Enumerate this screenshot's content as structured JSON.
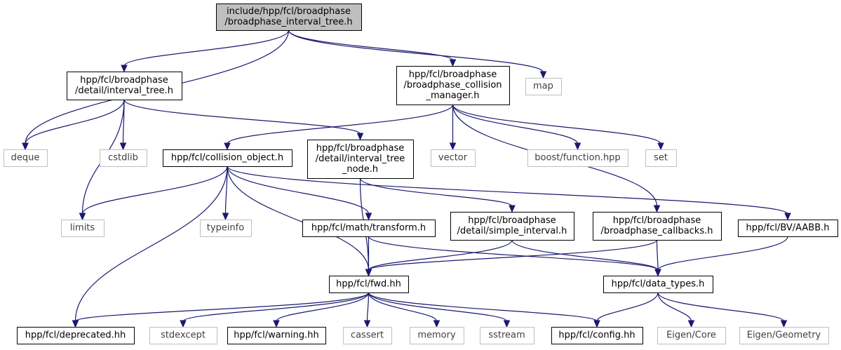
{
  "diagram": {
    "nodes": [
      {
        "id": "root",
        "kind": "root",
        "lines": [
          "include/hpp/fcl/broadphase",
          "/broadphase_interval_tree.h"
        ]
      },
      {
        "id": "interval_tree",
        "kind": "local",
        "lines": [
          "hpp/fcl/broadphase",
          "/detail/interval_tree.h"
        ]
      },
      {
        "id": "collision_manager",
        "kind": "local",
        "lines": [
          "hpp/fcl/broadphase",
          "/broadphase_collision",
          "_manager.h"
        ]
      },
      {
        "id": "map",
        "kind": "ext",
        "lines": [
          "map"
        ]
      },
      {
        "id": "deque",
        "kind": "ext",
        "lines": [
          "deque"
        ]
      },
      {
        "id": "cstdlib",
        "kind": "ext",
        "lines": [
          "cstdlib"
        ]
      },
      {
        "id": "collision_object",
        "kind": "local",
        "lines": [
          "hpp/fcl/collision_object.h"
        ]
      },
      {
        "id": "interval_tree_node",
        "kind": "local",
        "lines": [
          "hpp/fcl/broadphase",
          "/detail/interval_tree",
          "_node.h"
        ]
      },
      {
        "id": "vector",
        "kind": "ext",
        "lines": [
          "vector"
        ]
      },
      {
        "id": "boost_function",
        "kind": "ext",
        "lines": [
          "boost/function.hpp"
        ]
      },
      {
        "id": "set",
        "kind": "ext",
        "lines": [
          "set"
        ]
      },
      {
        "id": "limits",
        "kind": "ext",
        "lines": [
          "limits"
        ]
      },
      {
        "id": "typeinfo",
        "kind": "ext",
        "lines": [
          "typeinfo"
        ]
      },
      {
        "id": "transform",
        "kind": "local",
        "lines": [
          "hpp/fcl/math/transform.h"
        ]
      },
      {
        "id": "simple_interval",
        "kind": "local",
        "lines": [
          "hpp/fcl/broadphase",
          "/detail/simple_interval.h"
        ]
      },
      {
        "id": "callbacks",
        "kind": "local",
        "lines": [
          "hpp/fcl/broadphase",
          "/broadphase_callbacks.h"
        ]
      },
      {
        "id": "aabb",
        "kind": "local",
        "lines": [
          "hpp/fcl/BV/AABB.h"
        ]
      },
      {
        "id": "fwd",
        "kind": "local",
        "lines": [
          "hpp/fcl/fwd.hh"
        ]
      },
      {
        "id": "data_types",
        "kind": "local",
        "lines": [
          "hpp/fcl/data_types.h"
        ]
      },
      {
        "id": "deprecated",
        "kind": "local",
        "lines": [
          "hpp/fcl/deprecated.hh"
        ]
      },
      {
        "id": "stdexcept",
        "kind": "ext",
        "lines": [
          "stdexcept"
        ]
      },
      {
        "id": "warning",
        "kind": "local",
        "lines": [
          "hpp/fcl/warning.hh"
        ]
      },
      {
        "id": "cassert",
        "kind": "ext",
        "lines": [
          "cassert"
        ]
      },
      {
        "id": "memory",
        "kind": "ext",
        "lines": [
          "memory"
        ]
      },
      {
        "id": "sstream",
        "kind": "ext",
        "lines": [
          "sstream"
        ]
      },
      {
        "id": "config",
        "kind": "local",
        "lines": [
          "hpp/fcl/config.hh"
        ]
      },
      {
        "id": "eigen_core",
        "kind": "ext",
        "lines": [
          "Eigen/Core"
        ]
      },
      {
        "id": "eigen_geometry",
        "kind": "ext",
        "lines": [
          "Eigen/Geometry"
        ]
      }
    ],
    "edges": [
      [
        "root",
        "deque"
      ],
      [
        "root",
        "interval_tree"
      ],
      [
        "root",
        "collision_manager"
      ],
      [
        "root",
        "map"
      ],
      [
        "interval_tree",
        "deque"
      ],
      [
        "interval_tree",
        "limits"
      ],
      [
        "interval_tree",
        "cstdlib"
      ],
      [
        "interval_tree",
        "interval_tree_node"
      ],
      [
        "collision_manager",
        "collision_object"
      ],
      [
        "collision_manager",
        "vector"
      ],
      [
        "collision_manager",
        "boost_function"
      ],
      [
        "collision_manager",
        "set"
      ],
      [
        "collision_manager",
        "callbacks"
      ],
      [
        "collision_object",
        "limits"
      ],
      [
        "collision_object",
        "typeinfo"
      ],
      [
        "collision_object",
        "transform"
      ],
      [
        "collision_object",
        "aabb"
      ],
      [
        "collision_object",
        "fwd"
      ],
      [
        "collision_object",
        "deprecated"
      ],
      [
        "interval_tree_node",
        "simple_interval"
      ],
      [
        "interval_tree_node",
        "fwd"
      ],
      [
        "transform",
        "fwd"
      ],
      [
        "transform",
        "data_types"
      ],
      [
        "simple_interval",
        "fwd"
      ],
      [
        "simple_interval",
        "data_types"
      ],
      [
        "callbacks",
        "fwd"
      ],
      [
        "callbacks",
        "data_types"
      ],
      [
        "aabb",
        "data_types"
      ],
      [
        "fwd",
        "deprecated"
      ],
      [
        "fwd",
        "stdexcept"
      ],
      [
        "fwd",
        "warning"
      ],
      [
        "fwd",
        "cassert"
      ],
      [
        "fwd",
        "memory"
      ],
      [
        "fwd",
        "sstream"
      ],
      [
        "fwd",
        "config"
      ],
      [
        "data_types",
        "config"
      ],
      [
        "data_types",
        "eigen_core"
      ],
      [
        "data_types",
        "eigen_geometry"
      ]
    ]
  }
}
